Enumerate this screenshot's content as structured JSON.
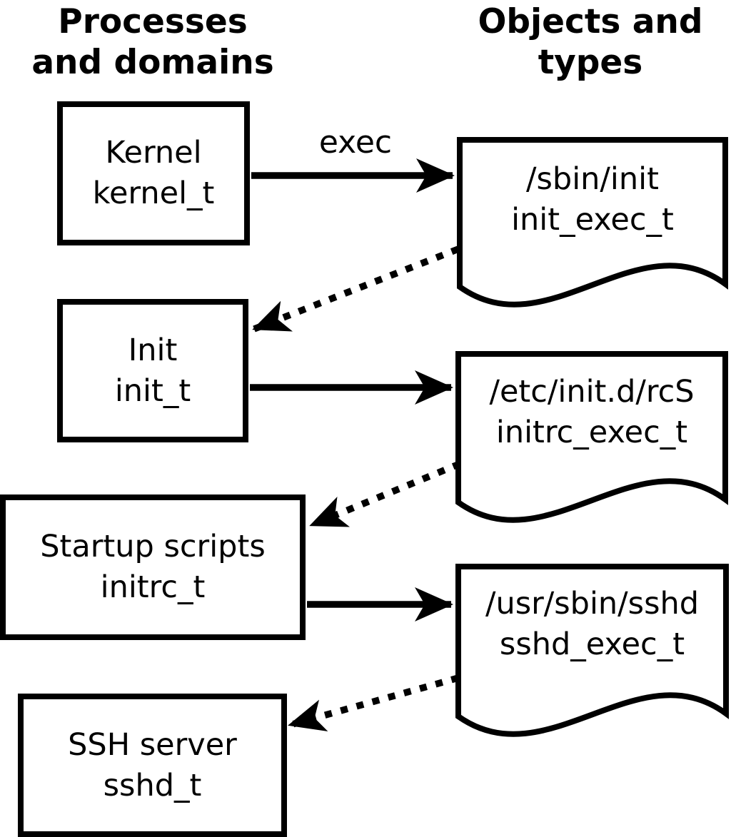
{
  "page": {
    "background": "#ffffff",
    "foreground": "#000000"
  },
  "headers": {
    "left": "Processes\nand domains",
    "right": "Objects and\ntypes"
  },
  "process_nodes": [
    {
      "name": "Kernel",
      "type": "kernel_t"
    },
    {
      "name": "Init",
      "type": "init_t"
    },
    {
      "name": "Startup scripts",
      "type": "initrc_t"
    },
    {
      "name": "SSH server",
      "type": "sshd_t"
    }
  ],
  "object_nodes": [
    {
      "path": "/sbin/init",
      "type": "init_exec_t"
    },
    {
      "path": "/etc/init.d/rcS",
      "type": "initrc_exec_t"
    },
    {
      "path": "/usr/sbin/sshd",
      "type": "sshd_exec_t"
    }
  ],
  "edges": {
    "exec_label": "exec",
    "solid_exec": [
      {
        "from": "kernel_t",
        "to": "init_exec_t",
        "label": "exec"
      },
      {
        "from": "init_t",
        "to": "initrc_exec_t",
        "label": ""
      },
      {
        "from": "initrc_t",
        "to": "sshd_exec_t",
        "label": ""
      }
    ],
    "dotted_domain_transitions": [
      {
        "from": "init_exec_t",
        "to": "init_t"
      },
      {
        "from": "initrc_exec_t",
        "to": "initrc_t"
      },
      {
        "from": "sshd_exec_t",
        "to": "sshd_t"
      }
    ]
  }
}
